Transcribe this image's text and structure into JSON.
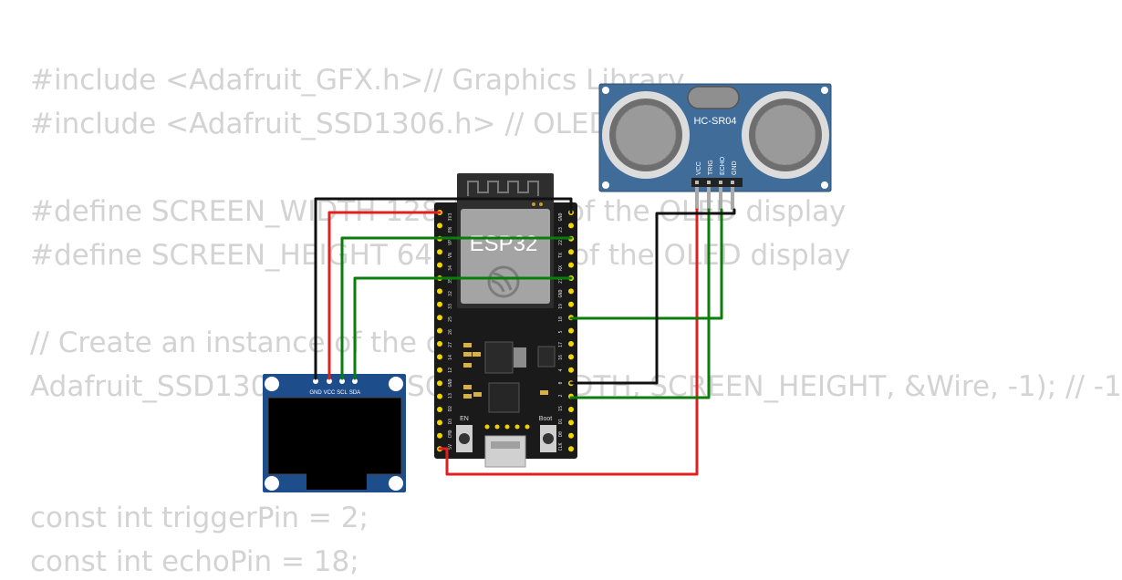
{
  "code": {
    "lines": [
      "#include <Adafruit_GFX.h>// Graphics Library",
      "#include <Adafruit_SSD1306.h> // OLED Display",
      "",
      "#define SCREEN_WIDTH 128 // Width of the OLED display",
      "#define SCREEN_HEIGHT 64 // Height of the OLED display",
      "",
      "// Create an instance of the display",
      "Adafruit_SSD1306 display(SCREEN_WIDTH, SCREEN_HEIGHT, &Wire, -1); // -1",
      "",
      "",
      "const int triggerPin = 2;",
      "const int echoPin = 18;"
    ]
  },
  "sensor": {
    "model": "HC-SR04",
    "pins": [
      "VCC",
      "TRIG",
      "ECHO",
      "GND"
    ],
    "color": "#3f6c99"
  },
  "board": {
    "label": "ESP32",
    "left_pins": [
      "3V3",
      "EN",
      "VP",
      "VN",
      "34",
      "35",
      "32",
      "33",
      "25",
      "26",
      "27",
      "14",
      "12",
      "GND",
      "13",
      "D2",
      "D3",
      "CMD",
      "5V"
    ],
    "right_pins": [
      "GND",
      "23",
      "22",
      "TX",
      "RX",
      "21",
      "GND",
      "19",
      "18",
      "5",
      "17",
      "16",
      "4",
      "0",
      "2",
      "15",
      "D1",
      "D0",
      "CLK"
    ],
    "buttons": {
      "en": "EN",
      "boot": "Boot"
    },
    "color": "#1a1a1a"
  },
  "oled": {
    "pins": [
      "GND",
      "VCC",
      "SCL",
      "SDA"
    ],
    "color": "#1e4d8c"
  },
  "wires": {
    "black": "#111111",
    "red": "#e02020",
    "green": "#0a7d0a"
  }
}
